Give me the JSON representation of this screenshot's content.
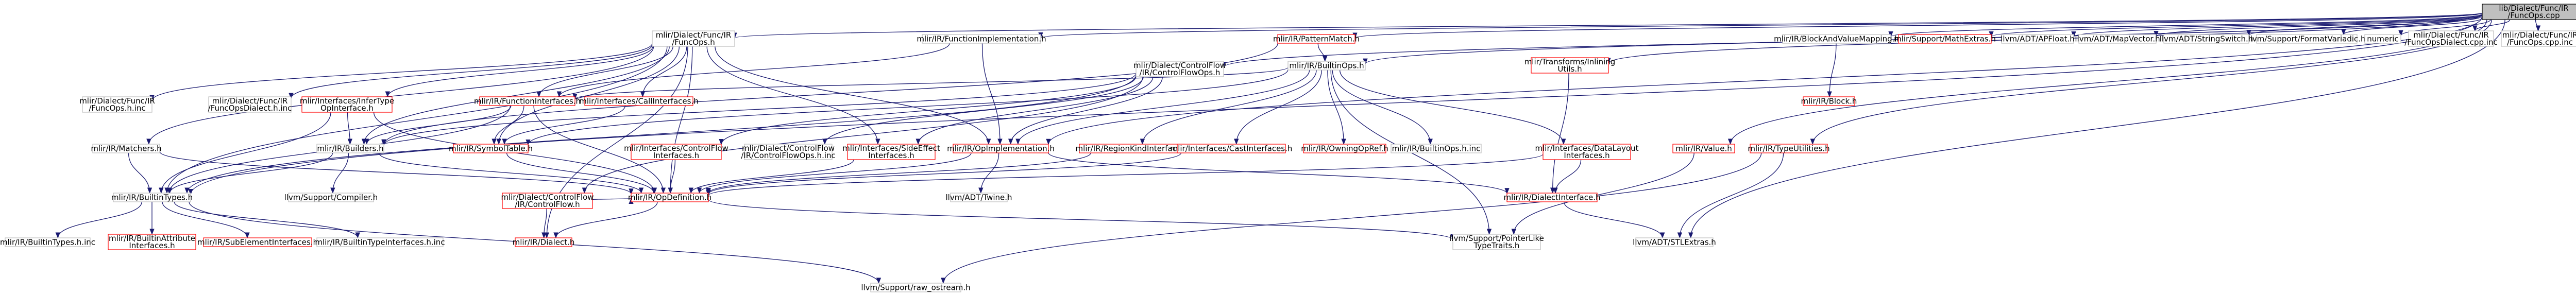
{
  "colors": {
    "edge": "#191970",
    "node_border_default": "#bfbfbf",
    "node_border_linked": "#ff0000",
    "node_fill": "#ffffff",
    "root_fill": "#bfbfbf",
    "root_border": "#000000",
    "text": "#000000"
  },
  "nodes": [
    {
      "id": "root",
      "label": [
        "lib/Dialect/Func/IR",
        "/FuncOps.cpp"
      ],
      "style": "root"
    },
    {
      "id": "funcops_h",
      "label": [
        "mlir/Dialect/Func/IR",
        "/FuncOps.h"
      ],
      "style": "default"
    },
    {
      "id": "funcimpl",
      "label": [
        "mlir/IR/FunctionImplementation.h"
      ],
      "style": "default"
    },
    {
      "id": "ctrlflow_ops_h",
      "label": [
        "mlir/Dialect/ControlFlow",
        "/IR/ControlFlowOps.h"
      ],
      "style": "default"
    },
    {
      "id": "patternmatch",
      "label": [
        "mlir/IR/PatternMatch.h"
      ],
      "style": "linked"
    },
    {
      "id": "builtinops",
      "label": [
        "mlir/IR/BuiltinOps.h"
      ],
      "style": "default"
    },
    {
      "id": "inlining",
      "label": [
        "mlir/Transforms/Inlining",
        "Utils.h"
      ],
      "style": "linked"
    },
    {
      "id": "value",
      "label": [
        "mlir/IR/Value.h"
      ],
      "style": "linked"
    },
    {
      "id": "blockandvalue",
      "label": [
        "mlir/IR/BlockAndValueMapping.h"
      ],
      "style": "default"
    },
    {
      "id": "mathextras",
      "label": [
        "mlir/Support/MathExtras.h"
      ],
      "style": "linked"
    },
    {
      "id": "typeutils",
      "label": [
        "mlir/IR/TypeUtilities.h"
      ],
      "style": "linked"
    },
    {
      "id": "apfloat",
      "label": [
        "llvm/ADT/APFloat.h"
      ],
      "style": "default"
    },
    {
      "id": "mapvector",
      "label": [
        "llvm/ADT/MapVector.h"
      ],
      "style": "default"
    },
    {
      "id": "stringswitch",
      "label": [
        "llvm/ADT/StringSwitch.h"
      ],
      "style": "default"
    },
    {
      "id": "formatvariadic",
      "label": [
        "llvm/Support/FormatVariadic.h"
      ],
      "style": "default"
    },
    {
      "id": "numeric",
      "label": [
        "numeric"
      ],
      "style": "default"
    },
    {
      "id": "funcopsdialect_cpp",
      "label": [
        "mlir/Dialect/Func/IR",
        "/FuncOpsDialect.cpp.inc"
      ],
      "style": "default"
    },
    {
      "id": "funcops_cpp_inc",
      "label": [
        "mlir/Dialect/Func/IR",
        "/FuncOps.cpp.inc"
      ],
      "style": "default"
    },
    {
      "id": "matchers",
      "label": [
        "mlir/IR/Matchers.h"
      ],
      "style": "default"
    },
    {
      "id": "funcops_h_inc",
      "label": [
        "mlir/Dialect/Func/IR",
        "/FuncOps.h.inc"
      ],
      "style": "default"
    },
    {
      "id": "funcopsdialect_h",
      "label": [
        "mlir/Dialect/Func/IR",
        "/FuncOpsDialect.h.inc"
      ],
      "style": "default"
    },
    {
      "id": "infertype",
      "label": [
        "mlir/Interfaces/InferType",
        "OpInterface.h"
      ],
      "style": "linked"
    },
    {
      "id": "funcinterfaces",
      "label": [
        "mlir/IR/FunctionInterfaces.h"
      ],
      "style": "linked"
    },
    {
      "id": "callinterfaces",
      "label": [
        "mlir/Interfaces/CallInterfaces.h"
      ],
      "style": "linked"
    },
    {
      "id": "block",
      "label": [
        "mlir/IR/Block.h"
      ],
      "style": "linked"
    },
    {
      "id": "builders",
      "label": [
        "mlir/IR/Builders.h"
      ],
      "style": "default"
    },
    {
      "id": "symboltable",
      "label": [
        "mlir/IR/SymbolTable.h"
      ],
      "style": "linked"
    },
    {
      "id": "ctrlflow_ops_h_inc",
      "label": [
        "mlir/Dialect/ControlFlow",
        "/IR/ControlFlowOps.h.inc"
      ],
      "style": "default"
    },
    {
      "id": "ctrlflow_ifaces",
      "label": [
        "mlir/Interfaces/ControlFlow",
        "Interfaces.h"
      ],
      "style": "linked"
    },
    {
      "id": "sideeffect",
      "label": [
        "mlir/Interfaces/SideEffect",
        "Interfaces.h"
      ],
      "style": "linked"
    },
    {
      "id": "opimpl",
      "label": [
        "mlir/IR/OpImplementation.h"
      ],
      "style": "linked"
    },
    {
      "id": "regionkind",
      "label": [
        "mlir/IR/RegionKindInterface.h"
      ],
      "style": "linked"
    },
    {
      "id": "castinterfaces",
      "label": [
        "mlir/Interfaces/CastInterfaces.h"
      ],
      "style": "linked"
    },
    {
      "id": "owningopref",
      "label": [
        "mlir/IR/OwningOpRef.h"
      ],
      "style": "linked"
    },
    {
      "id": "builtinops_inc",
      "label": [
        "mlir/IR/BuiltinOps.h.inc"
      ],
      "style": "default"
    },
    {
      "id": "datalayout",
      "label": [
        "mlir/Interfaces/DataLayout",
        "Interfaces.h"
      ],
      "style": "linked"
    },
    {
      "id": "builtintypes",
      "label": [
        "mlir/IR/BuiltinTypes.h"
      ],
      "style": "default"
    },
    {
      "id": "compiler",
      "label": [
        "llvm/Support/Compiler.h"
      ],
      "style": "default"
    },
    {
      "id": "ctrlflow",
      "label": [
        "mlir/Dialect/ControlFlow",
        "/IR/ControlFlow.h"
      ],
      "style": "linked"
    },
    {
      "id": "opdefinition",
      "label": [
        "mlir/IR/OpDefinition.h"
      ],
      "style": "linked"
    },
    {
      "id": "twine",
      "label": [
        "llvm/ADT/Twine.h"
      ],
      "style": "default"
    },
    {
      "id": "dialectinterface",
      "label": [
        "mlir/IR/DialectInterface.h"
      ],
      "style": "linked"
    },
    {
      "id": "builtintypes_inc",
      "label": [
        "mlir/IR/BuiltinTypes.h.inc"
      ],
      "style": "default"
    },
    {
      "id": "builtinattrifaces",
      "label": [
        "mlir/IR/BuiltinAttribute",
        "Interfaces.h"
      ],
      "style": "linked"
    },
    {
      "id": "subelement",
      "label": [
        "mlir/IR/SubElementInterfaces.h"
      ],
      "style": "linked"
    },
    {
      "id": "builtintypeifaces",
      "label": [
        "mlir/IR/BuiltinTypeInterfaces.h.inc"
      ],
      "style": "default"
    },
    {
      "id": "dialect",
      "label": [
        "mlir/IR/Dialect.h"
      ],
      "style": "linked"
    },
    {
      "id": "pointerlike",
      "label": [
        "llvm/Support/PointerLike",
        "TypeTraits.h"
      ],
      "style": "default"
    },
    {
      "id": "stlextras",
      "label": [
        "llvm/ADT/STLExtras.h"
      ],
      "style": "default"
    },
    {
      "id": "rawostream",
      "label": [
        "llvm/Support/raw_ostream.h"
      ],
      "style": "default"
    }
  ],
  "edges": [
    [
      "root",
      "funcops_h"
    ],
    [
      "root",
      "funcimpl"
    ],
    [
      "root",
      "ctrlflow_ops_h"
    ],
    [
      "root",
      "patternmatch"
    ],
    [
      "root",
      "builtinops"
    ],
    [
      "root",
      "inlining"
    ],
    [
      "root",
      "value"
    ],
    [
      "root",
      "blockandvalue"
    ],
    [
      "root",
      "mathextras"
    ],
    [
      "root",
      "typeutils"
    ],
    [
      "root",
      "apfloat"
    ],
    [
      "root",
      "mapvector"
    ],
    [
      "root",
      "stringswitch"
    ],
    [
      "root",
      "formatvariadic"
    ],
    [
      "root",
      "numeric"
    ],
    [
      "root",
      "funcopsdialect_cpp"
    ],
    [
      "root",
      "funcops_cpp_inc"
    ],
    [
      "root",
      "builtintypes"
    ],
    [
      "root",
      "opimpl"
    ],
    [
      "root",
      "stlextras"
    ],
    [
      "funcops_h",
      "matchers"
    ],
    [
      "funcops_h",
      "funcops_h_inc"
    ],
    [
      "funcops_h",
      "funcopsdialect_h"
    ],
    [
      "funcops_h",
      "infertype"
    ],
    [
      "funcops_h",
      "funcinterfaces"
    ],
    [
      "funcops_h",
      "callinterfaces"
    ],
    [
      "funcops_h",
      "builders"
    ],
    [
      "funcops_h",
      "symboltable"
    ],
    [
      "funcops_h",
      "opimpl"
    ],
    [
      "funcops_h",
      "sideeffect"
    ],
    [
      "funcops_h",
      "opdefinition"
    ],
    [
      "funcops_h",
      "builtintypes"
    ],
    [
      "funcops_h",
      "dialect"
    ],
    [
      "funcimpl",
      "funcinterfaces"
    ],
    [
      "funcimpl",
      "opimpl"
    ],
    [
      "ctrlflow_ops_h",
      "builders"
    ],
    [
      "ctrlflow_ops_h",
      "ctrlflow_ops_h_inc"
    ],
    [
      "ctrlflow_ops_h",
      "ctrlflow_ifaces"
    ],
    [
      "ctrlflow_ops_h",
      "sideeffect"
    ],
    [
      "ctrlflow_ops_h",
      "ctrlflow"
    ],
    [
      "ctrlflow_ops_h",
      "opimpl"
    ],
    [
      "ctrlflow_ops_h",
      "builtintypes"
    ],
    [
      "patternmatch",
      "builtinops"
    ],
    [
      "patternmatch",
      "builders"
    ],
    [
      "builtinops",
      "regionkind"
    ],
    [
      "builtinops",
      "castinterfaces"
    ],
    [
      "builtinops",
      "owningopref"
    ],
    [
      "builtinops",
      "builtinops_inc"
    ],
    [
      "builtinops",
      "datalayout"
    ],
    [
      "builtinops",
      "symboltable"
    ],
    [
      "builtinops",
      "opimpl"
    ],
    [
      "builtinops",
      "funcinterfaces"
    ],
    [
      "builtinops",
      "pointerlike"
    ],
    [
      "inlining",
      "dialectinterface"
    ],
    [
      "value",
      "pointerlike"
    ],
    [
      "blockandvalue",
      "block"
    ],
    [
      "typeutils",
      "stlextras"
    ],
    [
      "typeutils",
      "rawostream"
    ],
    [
      "matchers",
      "opdefinition"
    ],
    [
      "matchers",
      "builtintypes"
    ],
    [
      "infertype",
      "builders"
    ],
    [
      "infertype",
      "opdefinition"
    ],
    [
      "infertype",
      "builtintypes"
    ],
    [
      "funcinterfaces",
      "builders"
    ],
    [
      "funcinterfaces",
      "symboltable"
    ],
    [
      "funcinterfaces",
      "opdefinition"
    ],
    [
      "funcinterfaces",
      "builtintypes"
    ],
    [
      "callinterfaces",
      "symboltable"
    ],
    [
      "builders",
      "opdefinition"
    ],
    [
      "builders",
      "compiler"
    ],
    [
      "builders",
      "builtintypes"
    ],
    [
      "symboltable",
      "opdefinition"
    ],
    [
      "ctrlflow_ifaces",
      "opdefinition"
    ],
    [
      "sideeffect",
      "opdefinition"
    ],
    [
      "opimpl",
      "opdefinition"
    ],
    [
      "opimpl",
      "twine"
    ],
    [
      "opimpl",
      "dialectinterface"
    ],
    [
      "regionkind",
      "opdefinition"
    ],
    [
      "castinterfaces",
      "opdefinition"
    ],
    [
      "datalayout",
      "dialectinterface"
    ],
    [
      "datalayout",
      "opdefinition"
    ],
    [
      "ctrlflow",
      "dialect"
    ],
    [
      "ctrlflow",
      "opdefinition"
    ],
    [
      "opdefinition",
      "dialect"
    ],
    [
      "opdefinition",
      "pointerlike"
    ],
    [
      "builtintypes",
      "builtintypes_inc"
    ],
    [
      "builtintypes",
      "builtinattrifaces"
    ],
    [
      "builtintypes",
      "subelement"
    ],
    [
      "builtintypes",
      "builtintypeifaces"
    ],
    [
      "builtintypes",
      "rawostream"
    ],
    [
      "dialectinterface",
      "stlextras"
    ]
  ]
}
